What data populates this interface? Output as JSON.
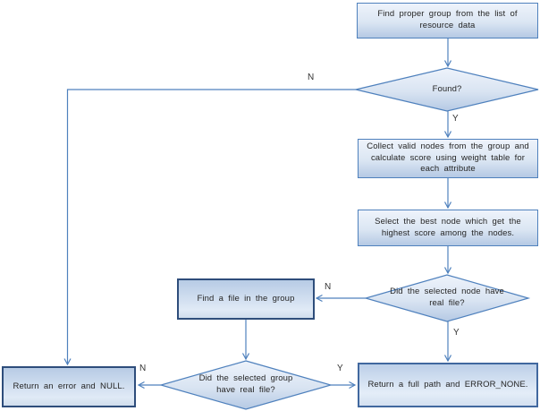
{
  "diagram": {
    "type": "flowchart",
    "nodes": {
      "find_group": {
        "label": "Find proper group from the list of resource data"
      },
      "found": {
        "label": "Found?"
      },
      "collect": {
        "label": "Collect valid nodes from the group and calculate score using weight table for each attribute"
      },
      "select_best": {
        "label": "Select the best node which get the highest score among the nodes."
      },
      "node_has_file": {
        "label": "Did the selected node have real file?"
      },
      "find_file": {
        "label": "Find a file in the group"
      },
      "group_has_file": {
        "label": "Did the selected group have real file?"
      },
      "return_error": {
        "label": "Return an error and NULL."
      },
      "return_path": {
        "label": "Return a full path and ERROR_NONE."
      }
    },
    "edge_labels": {
      "found_n": "N",
      "found_y": "Y",
      "node_n": "N",
      "node_y": "Y",
      "group_n": "N",
      "group_y": "Y"
    },
    "colors": {
      "line": "#4f81bd",
      "border": "#4f81bd",
      "border_dark": "#2e4d7b",
      "fill_top": "#eef3fb",
      "fill_bottom": "#b5c9e4",
      "text": "#262626"
    }
  }
}
